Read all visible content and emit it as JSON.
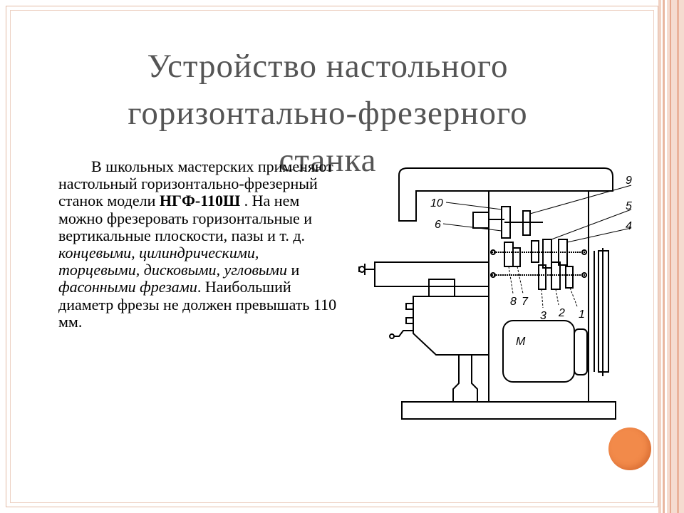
{
  "slide": {
    "title_line1": "Устройство настольного",
    "title_line2": "горизонтально-фрезерного",
    "title_line3": "станка",
    "body_part1": "В школьных мастерских применяют настольный горизонтально-фрезерный станок модели ",
    "body_model": "НГФ-110Ш",
    "body_part2": " . На нем можно фрезеровать горизонтальные и вертикальные плоскости, пазы и т. д. ",
    "cutter_1": "концевыми",
    "sep_1": ", ",
    "cutter_2": "цилиндрическими",
    "sep_2": ", ",
    "cutter_3": "торцевыми",
    "sep_3": ", ",
    "cutter_4": "дисковыми",
    "sep_4": ", ",
    "cutter_5": "угловыми",
    "sep_5": " и ",
    "cutter_6": "фасонными фрезами",
    "body_part3": ". Наибольший диаметр фрезы не должен превышать 110 мм."
  },
  "diagram": {
    "labels": {
      "l9": "9",
      "l10": "10",
      "l5": "5",
      "l6": "6",
      "l4": "4",
      "l8": "8",
      "l7": "7",
      "l3": "3",
      "l2": "2",
      "l1": "1",
      "motor": "М"
    }
  },
  "colors": {
    "title": "#555555",
    "accent_circle": "#f28a4a",
    "frame": "#e3b9a6"
  }
}
